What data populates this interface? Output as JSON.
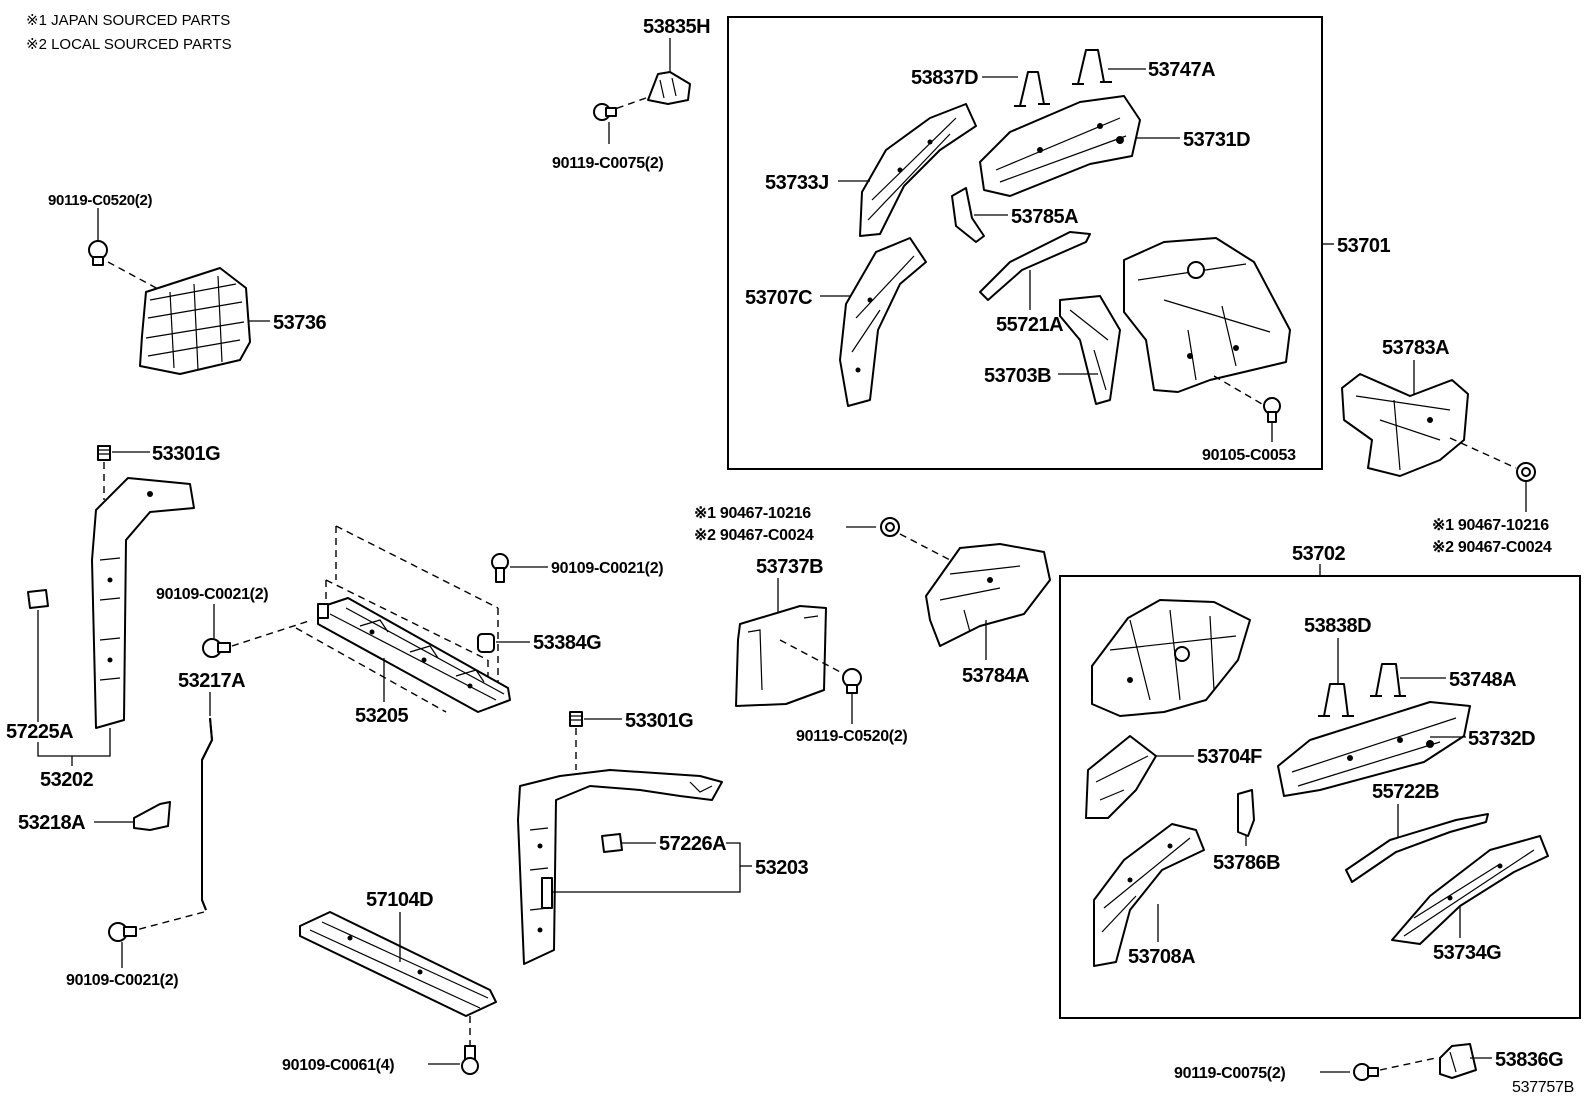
{
  "notes": [
    "※1 JAPAN SOURCED PARTS",
    "※2 LOCAL SOURCED PARTS"
  ],
  "labels": {
    "p53835H": "53835H",
    "b90119_C0075_top": "90119-C0075(2)",
    "b90119_C0520_left": "90119-C0520(2)",
    "p53736": "53736",
    "p53301G_left": "53301G",
    "p57225A": "57225A",
    "p53202": "53202",
    "p53218A": "53218A",
    "b90109_C0021_a": "90109-C0021(2)",
    "p53217A": "53217A",
    "b90109_C0021_b": "90109-C0021(2)",
    "b90109_C0021_c": "90109-C0021(2)",
    "p53384G": "53384G",
    "p53205": "53205",
    "p53301G_mid": "53301G",
    "p57226A": "57226A",
    "p53203": "53203",
    "p57104D": "57104D",
    "b90109_C0061": "90109-C0061(4)",
    "n1_90467_10216_mid": "※1 90467-10216",
    "n2_90467_C0024_mid": "※2 90467-C0024",
    "p53737B": "53737B",
    "b90119_C0520_mid": "90119-C0520(2)",
    "p53784A": "53784A",
    "p53837D": "53837D",
    "p53747A": "53747A",
    "p53731D": "53731D",
    "p53733J": "53733J",
    "p53785A": "53785A",
    "p53701": "53701",
    "p53707C": "53707C",
    "p55721A": "55721A",
    "p53703B": "53703B",
    "b90105_C0053": "90105-C0053",
    "p53783A": "53783A",
    "n1_90467_10216_right": "※1 90467-10216",
    "n2_90467_C0024_right": "※2 90467-C0024",
    "p53702": "53702",
    "p53838D": "53838D",
    "p53748A": "53748A",
    "p53704F": "53704F",
    "p53732D": "53732D",
    "p55722B": "55722B",
    "p53786B": "53786B",
    "p53708A": "53708A",
    "p53734G": "53734G",
    "b90119_C0075_bottom": "90119-C0075(2)",
    "p53836G": "53836G",
    "ref": "537757B"
  }
}
